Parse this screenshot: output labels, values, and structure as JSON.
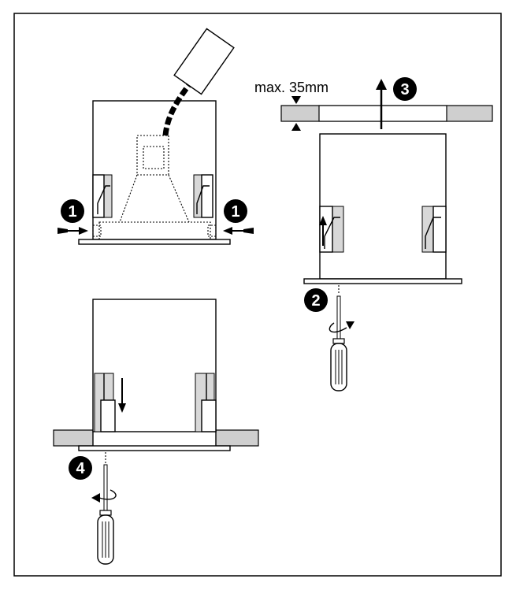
{
  "diagram": {
    "max_depth_label": "max. 35mm",
    "steps": [
      "1",
      "1",
      "2",
      "3",
      "4"
    ]
  }
}
